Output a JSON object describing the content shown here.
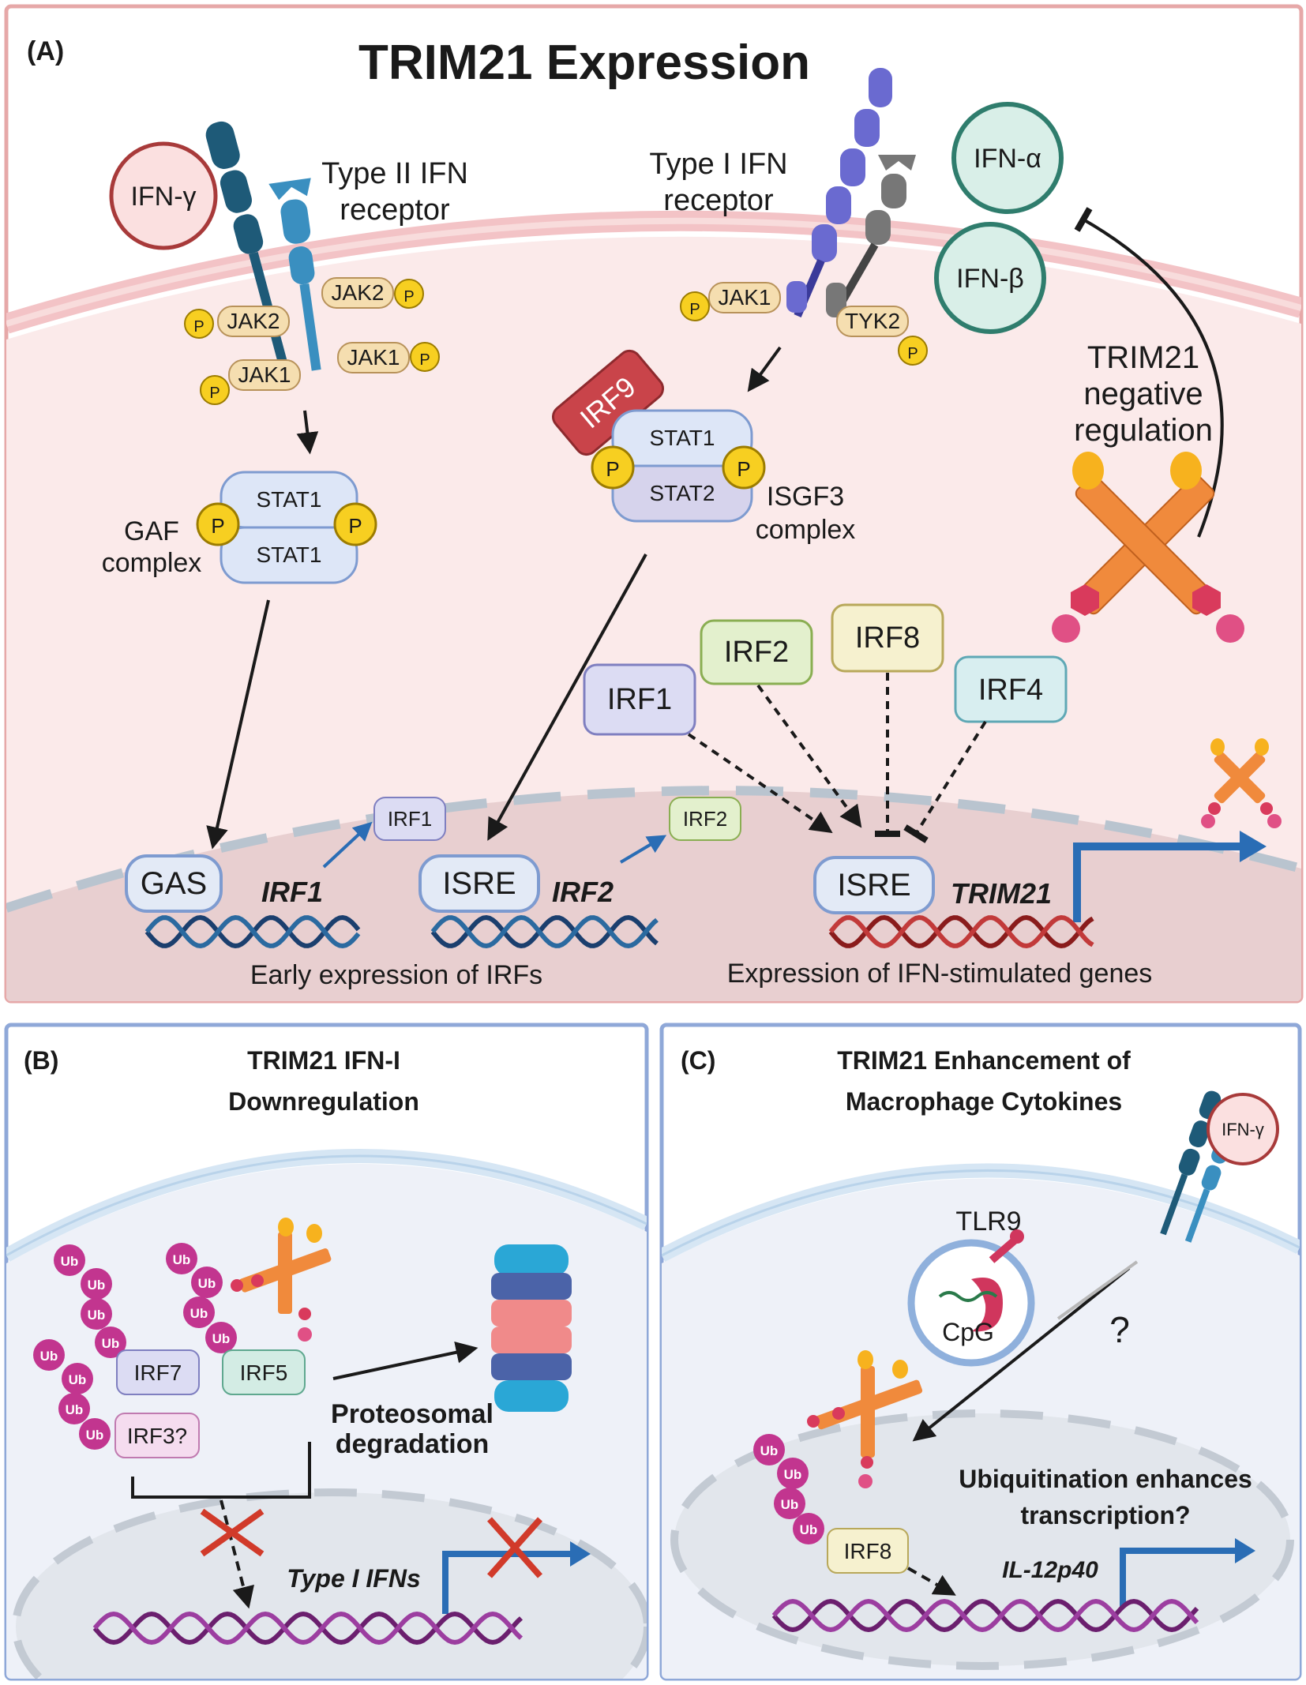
{
  "panel_a": {
    "label": "(A)",
    "title": "TRIM21 Expression",
    "ifn_gamma": "IFN-γ",
    "type2_receptor": [
      "Type II IFN",
      "receptor"
    ],
    "type1_receptor": [
      "Type I IFN",
      "receptor"
    ],
    "ifn_alpha": "IFN-α",
    "ifn_beta": "IFN-β",
    "jak2": "JAK2",
    "jak1": "JAK1",
    "tyk2": "TYK2",
    "p": "P",
    "irf9": "IRF9",
    "stat1": "STAT1",
    "stat2": "STAT2",
    "gaf": [
      "GAF",
      "complex"
    ],
    "isgf3": [
      "ISGF3",
      "complex"
    ],
    "negative_regulation": [
      "TRIM21",
      "negative",
      "regulation"
    ],
    "irf1": "IRF1",
    "irf2": "IRF2",
    "irf8": "IRF8",
    "irf4": "IRF4",
    "gas": "GAS",
    "isre": "ISRE",
    "gene_irf1": "IRF1",
    "gene_irf2": "IRF2",
    "gene_trim21": "TRIM21",
    "caption_early": "Early expression of IRFs",
    "caption_isg": "Expression of IFN-stimulated genes"
  },
  "panel_b": {
    "label": "(B)",
    "title": [
      "TRIM21 IFN-I",
      "Downregulation"
    ],
    "ub": "Ub",
    "irf7": "IRF7",
    "irf5": "IRF5",
    "irf3": "IRF3?",
    "degradation": [
      "Proteosomal",
      "degradation"
    ],
    "type1_ifns": "Type I IFNs"
  },
  "panel_c": {
    "label": "(C)",
    "title": [
      "TRIM21 Enhancement of",
      "Macrophage Cytokines"
    ],
    "ifn_gamma": "IFN-γ",
    "tlr9": "TLR9",
    "cpg": "CpG",
    "question": "?",
    "ub": "Ub",
    "irf8": "IRF8",
    "enhance": [
      "Ubiquitination enhances",
      "transcription?"
    ],
    "il12": "IL-12p40"
  },
  "colors": {
    "panel_a_border": "#e6a8a8",
    "panel_a_bg": "#fbeaea",
    "panel_bc_border": "#8fa8d8",
    "panel_bc_bg": "#eef1f8",
    "membrane_pink": "#f3c3c6",
    "nucleus_a": "#e8cfd0",
    "nucleus_bc": "#e6e9ee",
    "phospho": "#f7cf21",
    "jak": "#f5deb0",
    "stat": "#dde6f7",
    "stat2": "#d6d3ec",
    "irf9": "#c9444a",
    "ifn_alpha_beta": "#d9efe8",
    "trim21": "#f08a3c",
    "arrow_blue": "#2a6db5",
    "ub": "#c2358f",
    "dna_dark": "#1b3f6e",
    "dna_red": "#8a1c1c",
    "dna_purple": "#6b1f6e"
  }
}
